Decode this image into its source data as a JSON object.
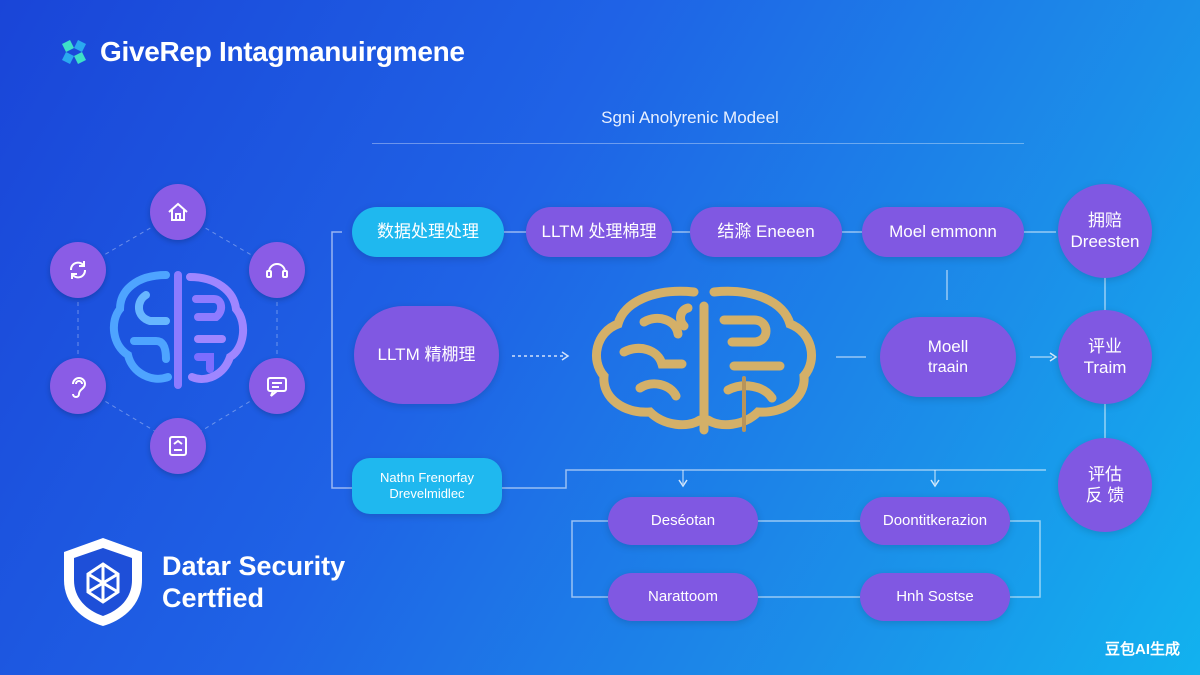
{
  "header": {
    "brand_name": "GiveRep Intagmanuirgmene",
    "diagram_title": "Sgni Anolyrenic Modeel"
  },
  "pipeline_top": [
    {
      "label": "数据处理处理"
    },
    {
      "label": "LLTM 处理棉理"
    },
    {
      "label": "结滁 Eneeen"
    },
    {
      "label": "Moel emmonn"
    }
  ],
  "right_column": [
    {
      "line1": "拥赔",
      "line2": "Dreesten"
    },
    {
      "line1": "评业",
      "line2": "Traim"
    },
    {
      "line1": "评估",
      "line2": "反 馈"
    }
  ],
  "middle": {
    "llm_node": "LLTM 精棚理",
    "model_node_line1": "Moell",
    "model_node_line2": "traain"
  },
  "left_bottom": {
    "line1": "Nathn Frenorfay",
    "line2": "Drevelmidlec"
  },
  "bottom_nodes": [
    {
      "label": "Deséotan"
    },
    {
      "label": "Doontitkerazion"
    },
    {
      "label": "Narattoom"
    },
    {
      "label": "Hnh Sostse"
    }
  ],
  "badge": {
    "line1": "Datar Security",
    "line2": "Certfied"
  },
  "watermark": "豆包AI生成",
  "colors": {
    "cyan": "#1fb8ef",
    "purple": "#8058e2",
    "brain_gold": "#d4b068",
    "brain_left": "#8ab8ff"
  },
  "icons": [
    "home-icon",
    "refresh-icon",
    "headset-icon",
    "chat-icon",
    "document-icon",
    "ear-icon",
    "shield-icon",
    "brain-icon"
  ]
}
